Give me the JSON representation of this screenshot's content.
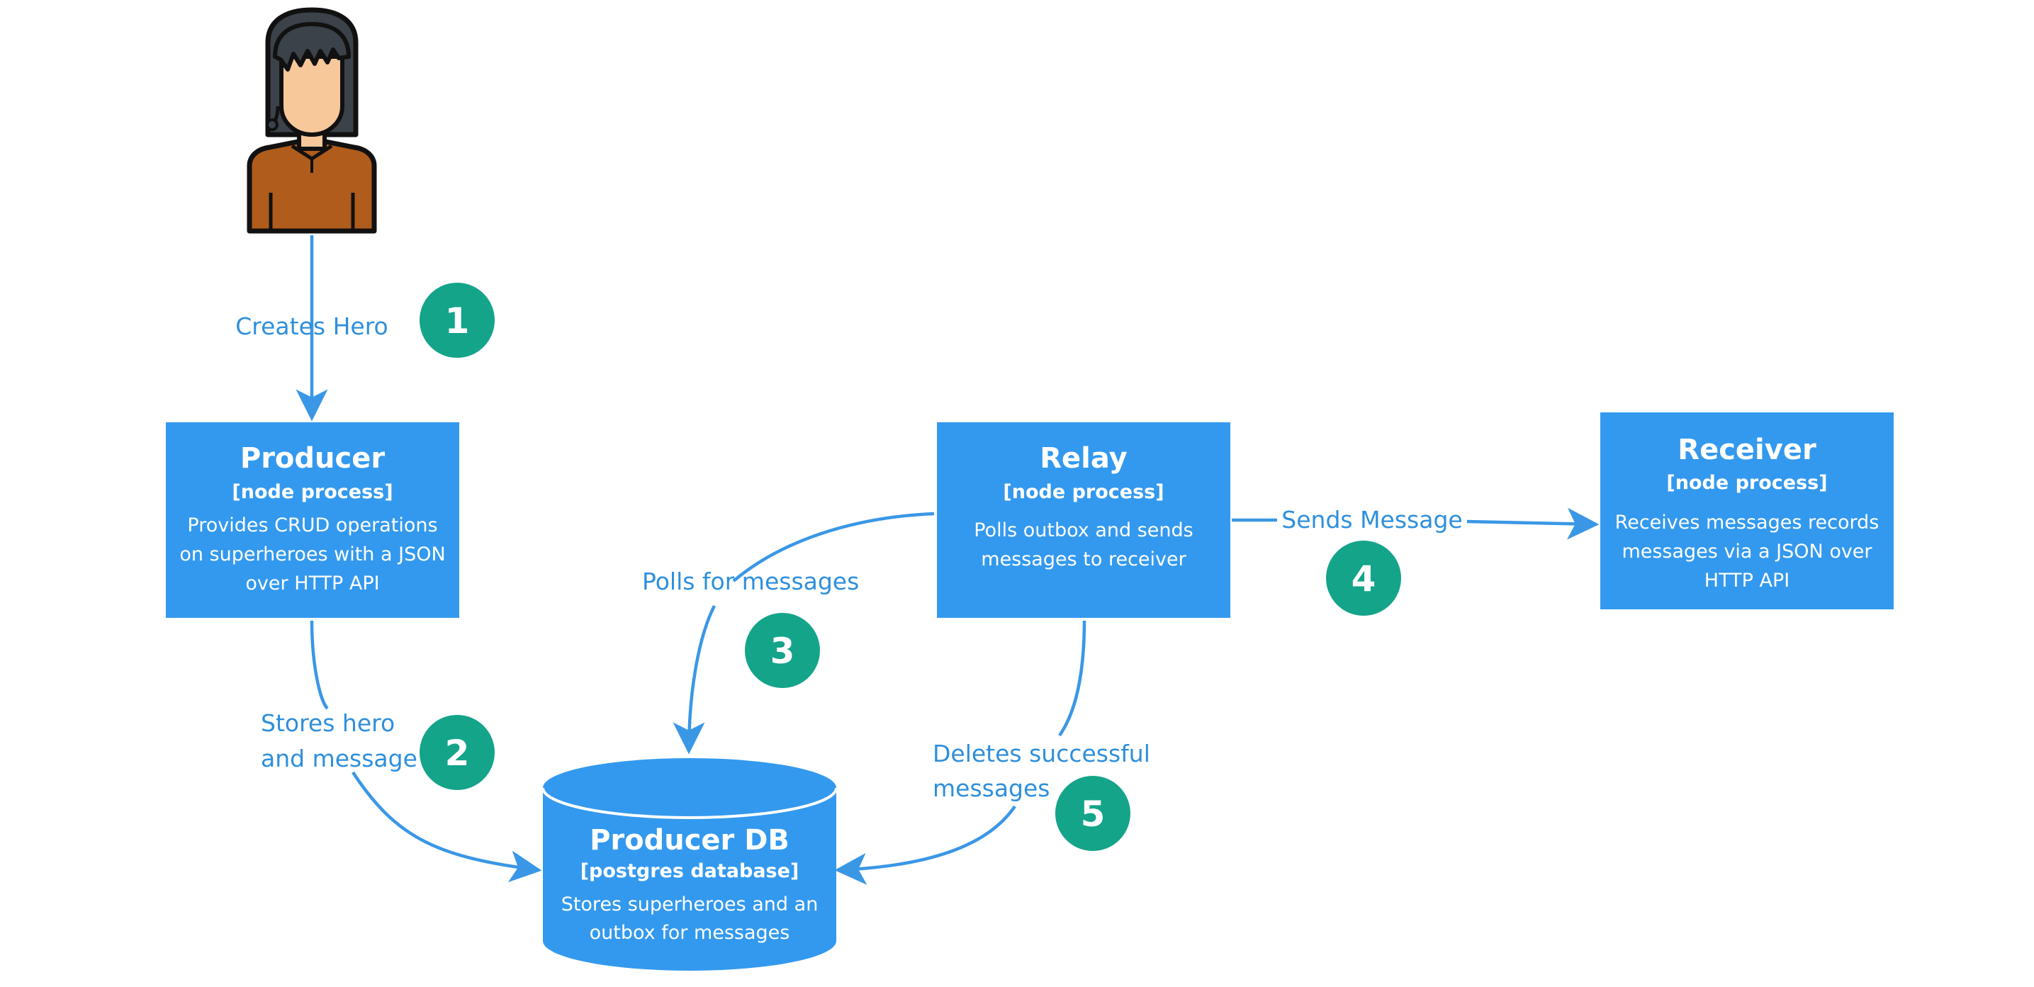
{
  "colors": {
    "box_fill": "#3399ee",
    "edge": "#3a97e6",
    "edge_label": "#2e8fdc",
    "step_badge": "#14a48a",
    "text_on_box": "#ffffff"
  },
  "actor": {
    "icon": "user-icon"
  },
  "nodes": {
    "producer": {
      "title": "Producer",
      "technology": "[node process]",
      "description_lines": [
        "Provides CRUD operations",
        "on superheroes with a JSON",
        "over HTTP API"
      ]
    },
    "relay": {
      "title": "Relay",
      "technology": "[node process]",
      "description_lines": [
        "Polls outbox and sends",
        "messages to receiver"
      ]
    },
    "receiver": {
      "title": "Receiver",
      "technology": "[node process]",
      "description_lines": [
        "Receives messages records",
        "messages via a JSON over",
        "HTTP API"
      ]
    },
    "producer_db": {
      "title": "Producer DB",
      "technology": "[postgres database]",
      "description_lines": [
        "Stores superheroes and an",
        "outbox for messages"
      ]
    }
  },
  "edges": [
    {
      "from": "user",
      "to": "producer",
      "label_lines": [
        "Creates Hero"
      ],
      "step": "1"
    },
    {
      "from": "producer",
      "to": "producer_db",
      "label_lines": [
        "Stores hero",
        "and message"
      ],
      "step": "2"
    },
    {
      "from": "relay",
      "to": "producer_db",
      "label_lines": [
        "Polls for messages"
      ],
      "step": "3"
    },
    {
      "from": "relay",
      "to": "receiver",
      "label_lines": [
        "Sends Message"
      ],
      "step": "4"
    },
    {
      "from": "relay",
      "to": "producer_db",
      "label_lines": [
        "Deletes successful",
        "messages"
      ],
      "step": "5"
    }
  ]
}
